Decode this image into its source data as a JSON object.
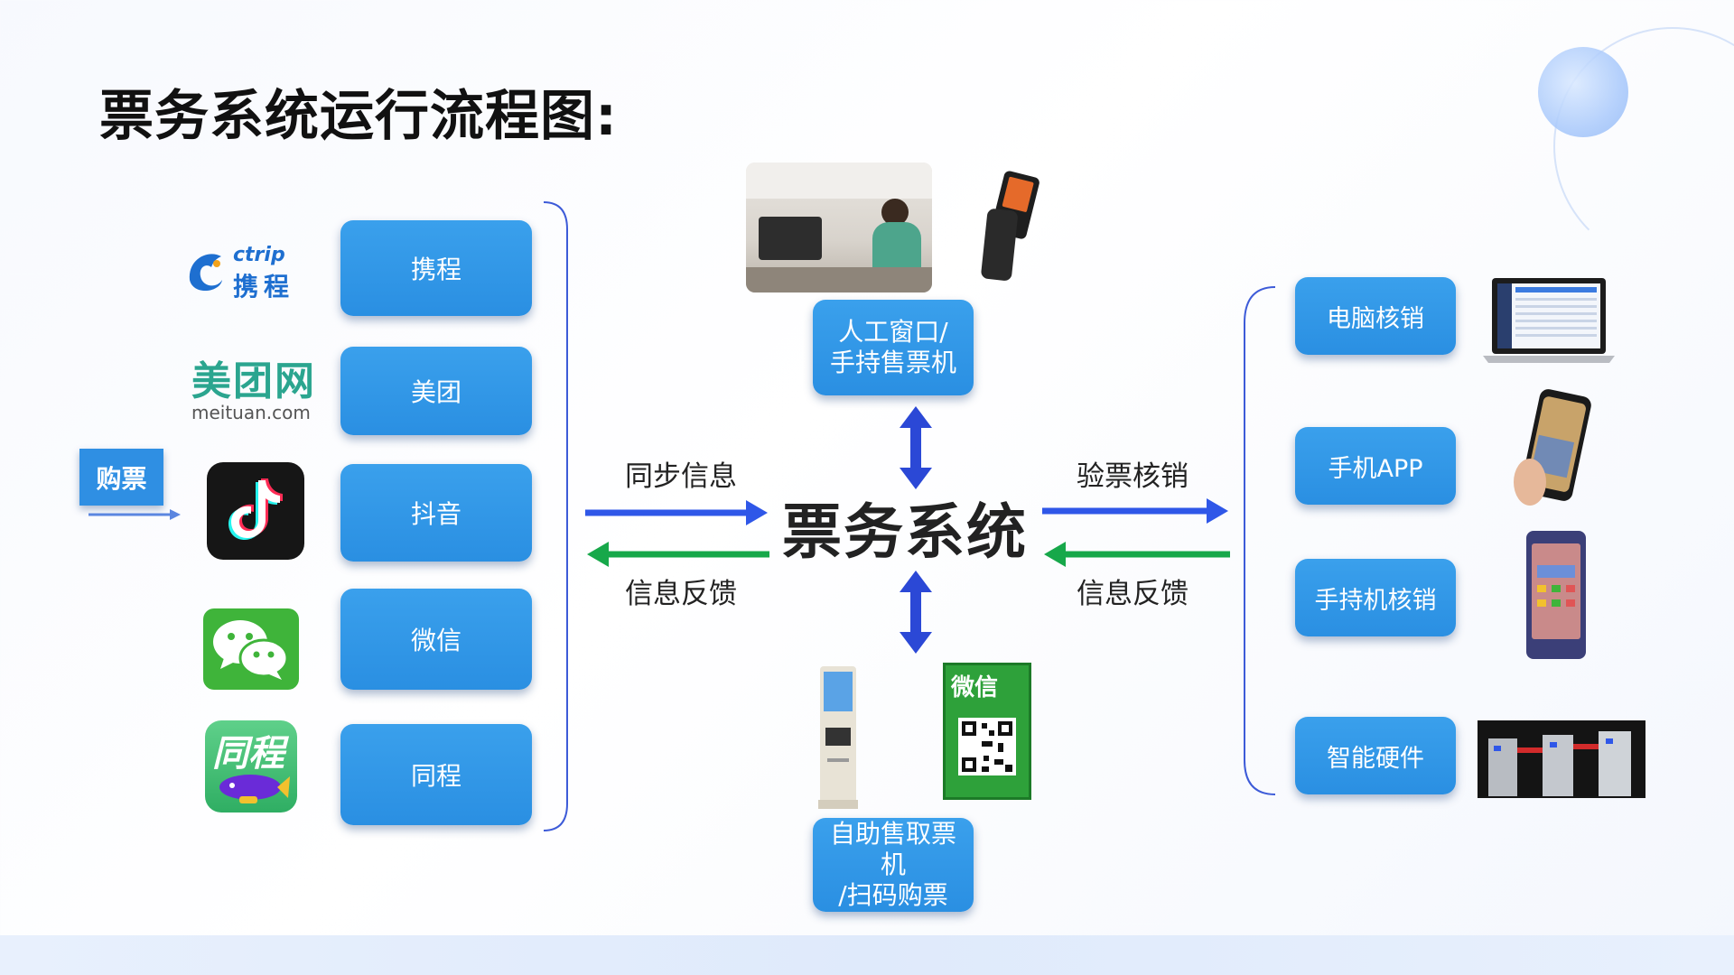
{
  "title": "票务系统运行流程图:",
  "buy_label": "购票",
  "channels": [
    {
      "label": "携程",
      "logo_text_top": "ctrip",
      "logo_text_bottom": "携程",
      "icon": "ctrip-dolphin-logo"
    },
    {
      "label": "美团",
      "logo_text_top": "美团网",
      "logo_text_bottom": "meituan.com",
      "icon": "meituan-logo"
    },
    {
      "label": "抖音",
      "icon": "douyin-logo"
    },
    {
      "label": "微信",
      "icon": "wechat-logo"
    },
    {
      "label": "同程",
      "logo_text_top": "同程",
      "icon": "tongcheng-logo"
    }
  ],
  "center": {
    "label": "票务系统",
    "top_node": "人工窗口/\n手持售票机",
    "bottom_node": "自助售取票机\n/扫码购票",
    "qr_poster_title": "微信"
  },
  "arrows": {
    "left_sync": "同步信息",
    "left_feedback": "信息反馈",
    "right_verify": "验票核销",
    "right_feedback": "信息反馈"
  },
  "verification": [
    {
      "label": "电脑核销",
      "icon": "laptop-icon"
    },
    {
      "label": "手机APP",
      "icon": "phone-icon"
    },
    {
      "label": "手持机核销",
      "icon": "handheld-terminal-icon"
    },
    {
      "label": "智能硬件",
      "icon": "turnstile-gate-icon"
    }
  ],
  "colors": {
    "button_blue": "#2f8fe3",
    "sync_arrow": "#2f57e8",
    "feedback_arrow": "#17a84a",
    "vertical_arrow": "#2b48d6",
    "bracket": "#3d5bd8"
  }
}
